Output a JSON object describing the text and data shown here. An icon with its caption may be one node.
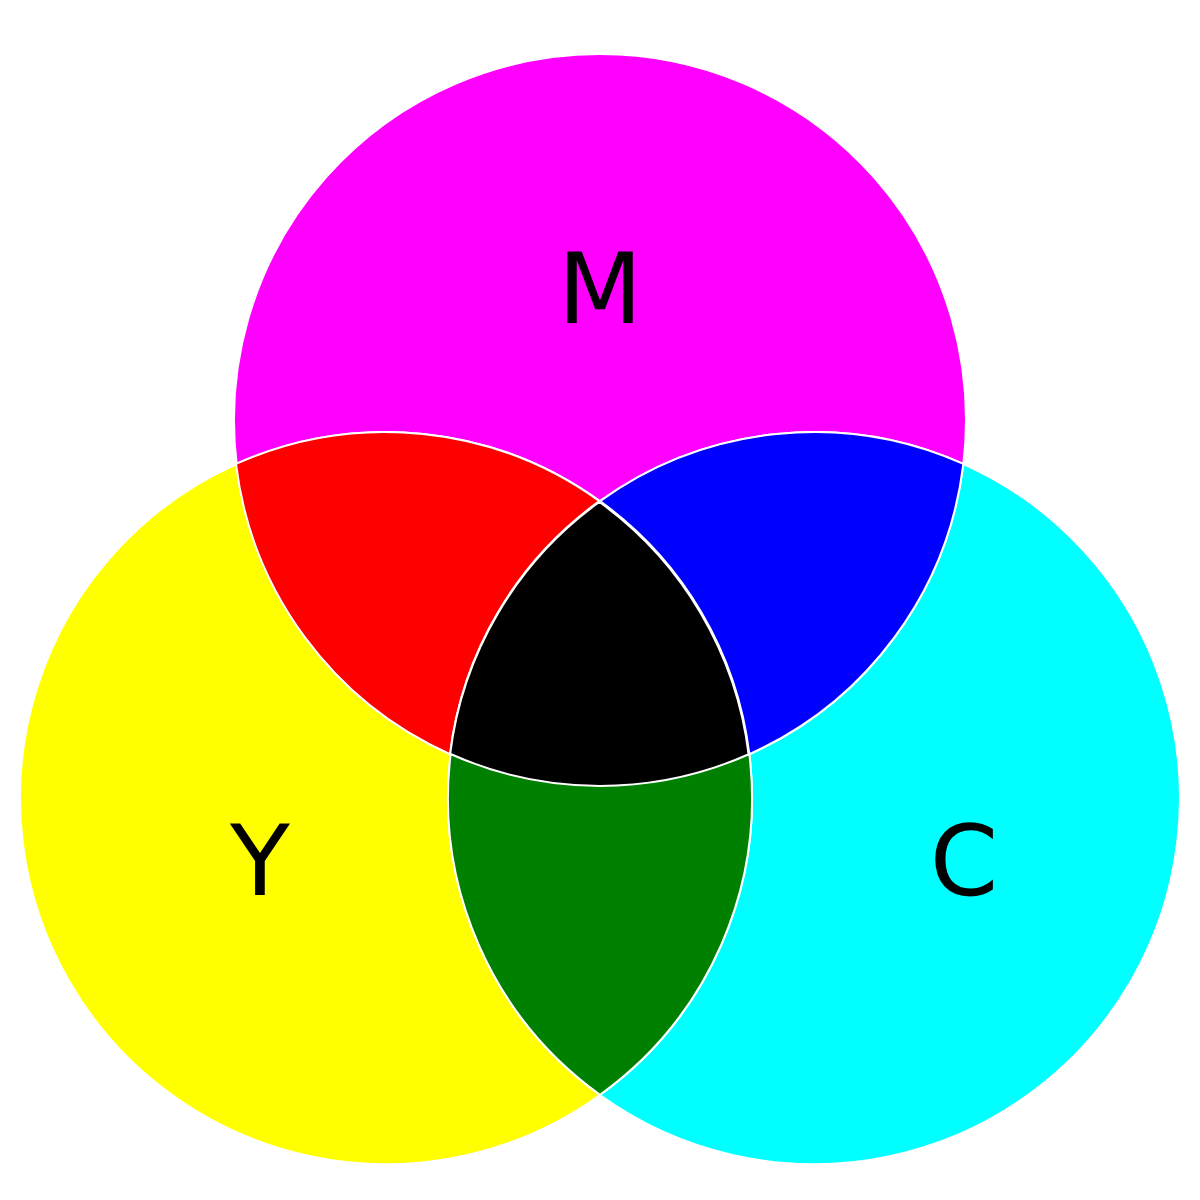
{
  "diagram": {
    "nodes": [
      {
        "text": [
          "M"
        ]
      },
      {
        "text": [
          "Y"
        ]
      },
      {
        "text": [
          "C"
        ]
      },
      {
        "text": [],
        "shape": "lens"
      },
      {
        "text": [],
        "shape": "lens"
      },
      {
        "text": [],
        "shape": "triangle"
      },
      {
        "text": [],
        "shape": "lens"
      }
    ]
  }
}
